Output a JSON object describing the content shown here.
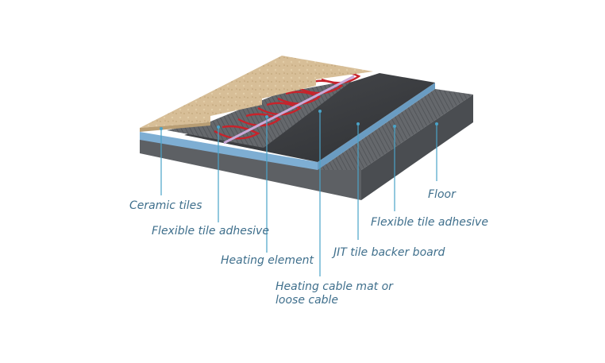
{
  "labels": {
    "ceramic_tiles": "Ceramic tiles",
    "flexible_tile_adhesive_1": "Flexible tile adhesive",
    "heating_element": "Heating element",
    "heating_cable_mat_line1": "Heating cable mat or",
    "heating_cable_mat_line2": "loose cable",
    "jit_tile_backer_board": "JIT  tile backer board",
    "flexible_tile_adhesive_2": "Flexible tile adhesive",
    "floor": "Floor"
  },
  "colors": {
    "label_text": "#3f6f8c",
    "leader_line": "#4aa3c8",
    "tile": "#d6bd95",
    "backer_board": "#3e4044",
    "adhesive": "#66696d",
    "floor_side": "#5d6064",
    "insulation_stripe": "#7eaed3",
    "heating_cable": "#c8232b",
    "mat_spine": "#c9a9d8"
  }
}
